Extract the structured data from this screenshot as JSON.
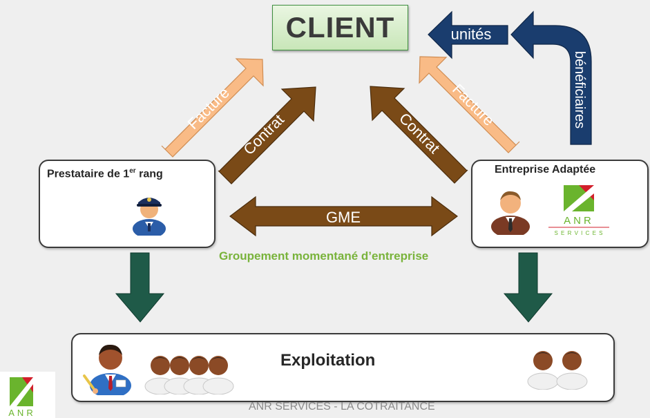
{
  "nodes": {
    "client": {
      "label": "CLIENT"
    },
    "prestataire": {
      "label_main": "Prestataire de 1",
      "label_sup": "er",
      "label_end": " rang"
    },
    "entreprise_adaptee": {
      "label": "Entreprise Adaptée"
    },
    "exploitation": {
      "label": "Exploitation"
    }
  },
  "arrows": {
    "facture_left": "Facture",
    "contrat_left": "Contrat",
    "contrat_right": "Contrat",
    "facture_right": "Facture",
    "gme": "GME",
    "unites": "unités",
    "beneficiaires": "bénéficiaires"
  },
  "gme_caption": "Groupement momentané d’entreprise",
  "logos": {
    "anr_word": "ANR",
    "anr_services": "S E R V I C E S",
    "anr_small_word": "ANR"
  },
  "footer": "ANR SERVICES - LA COTRAITANCE",
  "colors": {
    "facture_fill": "#f9bb86",
    "contrat_fill": "#7a4a17",
    "gme_fill": "#7a4a17",
    "down_arrow": "#1f5a48",
    "blue_arrow": "#1a3d6e",
    "logo_green": "#6ab42d",
    "logo_red": "#d21f2b",
    "caption_green": "#79b33b"
  },
  "icons": {
    "pilot": "pilot-person-icon",
    "businessman": "businessman-person-icon",
    "manager": "manager-person-icon",
    "workers_group": "worker-group-icon",
    "workers_pair": "worker-pair-icon"
  }
}
